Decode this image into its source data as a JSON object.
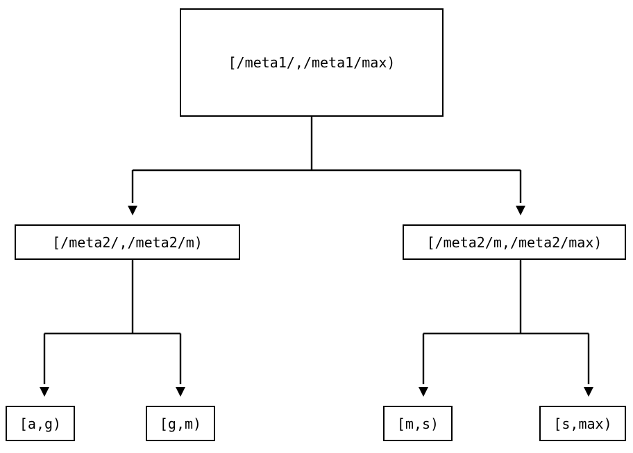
{
  "diagram": {
    "type": "tree",
    "title": "",
    "orientation": "top-down",
    "edge_style": "orthogonal-elbow",
    "arrowhead": "filled-triangle",
    "colors": {
      "stroke": "#000000",
      "fill": "#ffffff",
      "text": "#000000",
      "background": "#ffffff"
    },
    "nodes": {
      "root": {
        "label": "[/meta1/,/meta1/max)"
      },
      "level2": [
        {
          "label": "[/meta2/,/meta2/m)"
        },
        {
          "label": "[/meta2/m,/meta2/max)"
        }
      ],
      "leaves": [
        {
          "label": "[a,g)"
        },
        {
          "label": "[g,m)"
        },
        {
          "label": "[m,s)"
        },
        {
          "label": "[s,max)"
        }
      ]
    },
    "edges": [
      {
        "from": "[/meta1/,/meta1/max)",
        "to": "[/meta2/,/meta2/m)"
      },
      {
        "from": "[/meta1/,/meta1/max)",
        "to": "[/meta2/m,/meta2/max)"
      },
      {
        "from": "[/meta2/,/meta2/m)",
        "to": "[a,g)"
      },
      {
        "from": "[/meta2/,/meta2/m)",
        "to": "[g,m)"
      },
      {
        "from": "[/meta2/m,/meta2/max)",
        "to": "[m,s)"
      },
      {
        "from": "[/meta2/m,/meta2/max)",
        "to": "[s,max)"
      }
    ]
  }
}
